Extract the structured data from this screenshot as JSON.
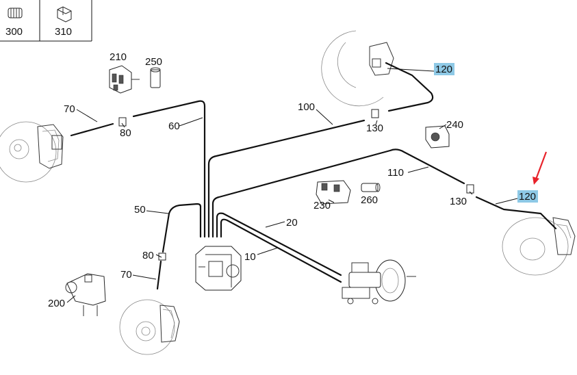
{
  "accent_color": "#e8222a",
  "highlight_color": "#8ec9e6",
  "legend_boxes": [
    {
      "label": "300",
      "icon": "hose-fitting-icon"
    },
    {
      "label": "310",
      "icon": "hex-nut-icon"
    }
  ],
  "callouts": {
    "p10": "10",
    "p20": "20",
    "p50": "50",
    "p60": "60",
    "p70_left": "70",
    "p70_bottom": "70",
    "p80_left": "80",
    "p80_bottom": "80",
    "p100": "100",
    "p110": "110",
    "p120_top": "120",
    "p120_right": "120",
    "p130_top": "130",
    "p130_right": "130",
    "p200": "200",
    "p210": "210",
    "p230": "230",
    "p240": "240",
    "p250": "250",
    "p260": "260"
  },
  "highlighted_parts": [
    "120"
  ]
}
